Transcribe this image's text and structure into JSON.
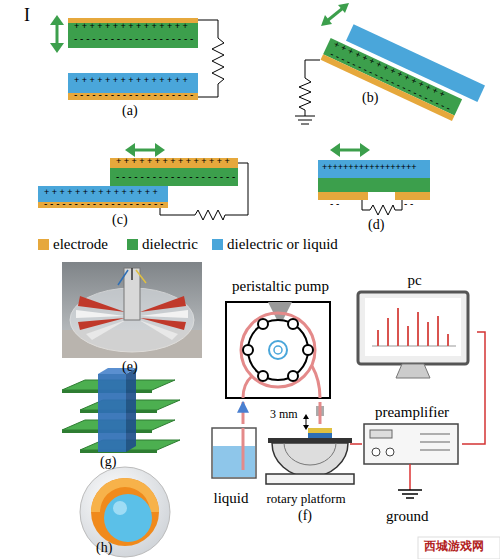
{
  "diagram": {
    "nodes": [
      {
        "text": [
          "peristaltic pump"
        ]
      },
      {
        "text": [
          "pc"
        ]
      },
      {
        "text": [
          "preamplifier"
        ]
      },
      {
        "text": [
          "liquid"
        ]
      },
      {
        "text": [
          "rotary platform"
        ]
      }
    ],
    "edges": [
      {
        "from": 3,
        "to": 0,
        "arrow": "to"
      },
      {
        "from": 0,
        "to": 4,
        "arrow": "none"
      },
      {
        "from": 4,
        "to": 2,
        "arrow": "none"
      },
      {
        "from": 2,
        "to": 1,
        "arrow": "none"
      }
    ],
    "labels": [
      "I",
      "+ + + + + + + + + + + + + + +",
      "- - - - - - - - - - - - - - - - - - - -",
      "+ + + + + + + + + + + + + + +",
      "- - - - - - - - - - - - - - - - - - - -",
      "(a)",
      "+ + + + + + + + + + + + + + + +",
      "- - - - - - - - - - - - - - - - - - - - - -",
      "(b)",
      "+ + + + + + + + + + + + + + +",
      "- - - - - - - - - - - - - - - - - - - -",
      "+ + + + + + + + + + + + + + +",
      "- - - - - - - - - - - - - - - - - - - -",
      "(c)",
      "++++++++++++++++++",
      "- -",
      "- -",
      "(d)",
      "(e)",
      "3 mm",
      "(g)",
      "(f)",
      "ground",
      "(h)",
      "西城游戏网"
    ],
    "legend": [
      {
        "text": "electrode",
        "color": "#e6a83c"
      },
      {
        "text": "dielectric",
        "color": "#3c9f4c"
      },
      {
        "text": "dielectric or liquid",
        "color": "#4aa6da"
      }
    ]
  }
}
